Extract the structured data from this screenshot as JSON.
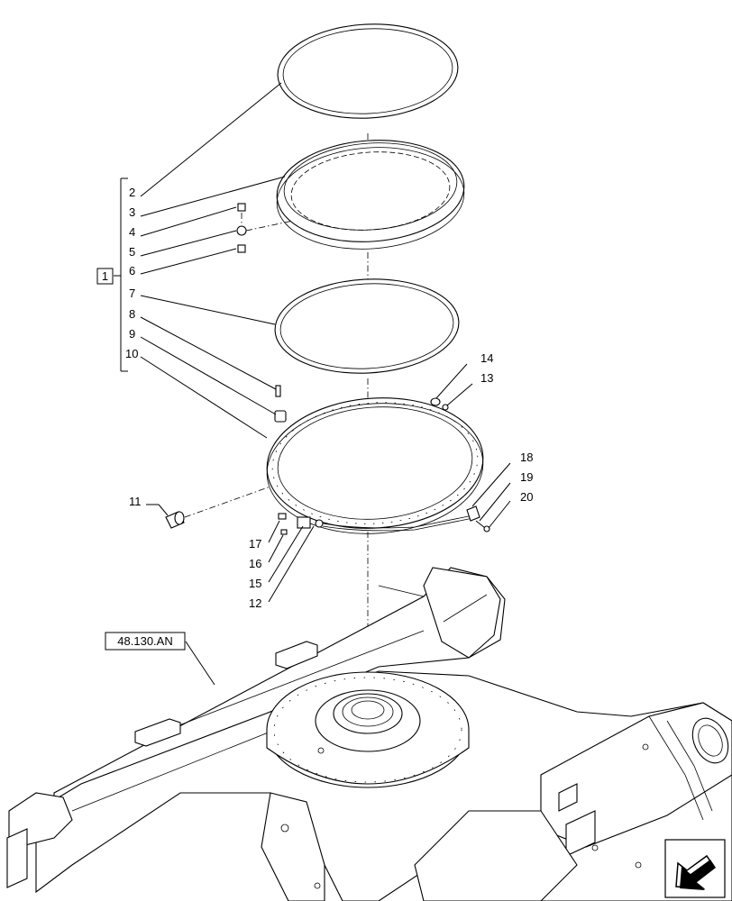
{
  "callouts": {
    "group": "1",
    "reference": "48.130.AN",
    "items": [
      "2",
      "3",
      "4",
      "5",
      "6",
      "7",
      "8",
      "9",
      "10",
      "11",
      "12",
      "13",
      "14",
      "15",
      "16",
      "17",
      "18",
      "19",
      "20"
    ]
  },
  "icons": {
    "nav": "arrow-icon"
  }
}
